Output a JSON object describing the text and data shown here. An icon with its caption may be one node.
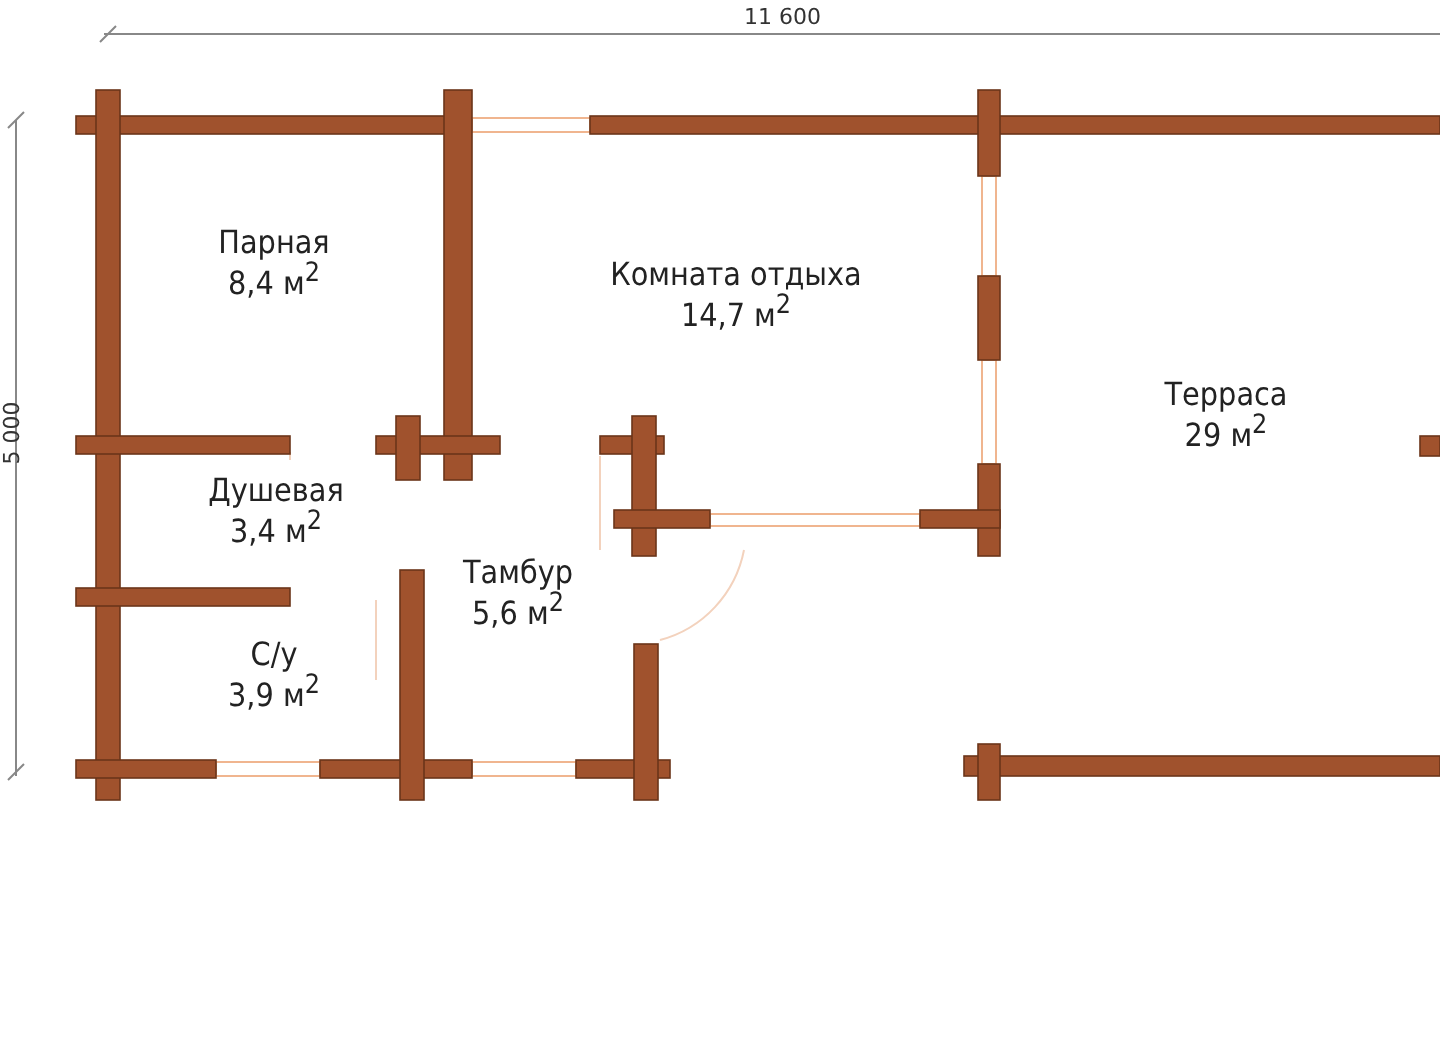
{
  "diagram": {
    "nodes": [
      {
        "text": [
          "Парная",
          "8,4 м$^{2}$"
        ]
      },
      {
        "text": [
          "Комната отдыха",
          "14,7 м$^{2}$"
        ]
      },
      {
        "text": [
          "Терраса",
          "29 м$^{2}$"
        ]
      },
      {
        "text": [
          "Душевая",
          "3,4 м$^{2}$"
        ]
      },
      {
        "text": [
          "Тамбур",
          "5,6 м$^{2}$"
        ]
      },
      {
        "text": [
          "С/у",
          "3,9 м$^{2}$"
        ]
      }
    ],
    "labels": [
      "11 600",
      "5 000"
    ]
  }
}
